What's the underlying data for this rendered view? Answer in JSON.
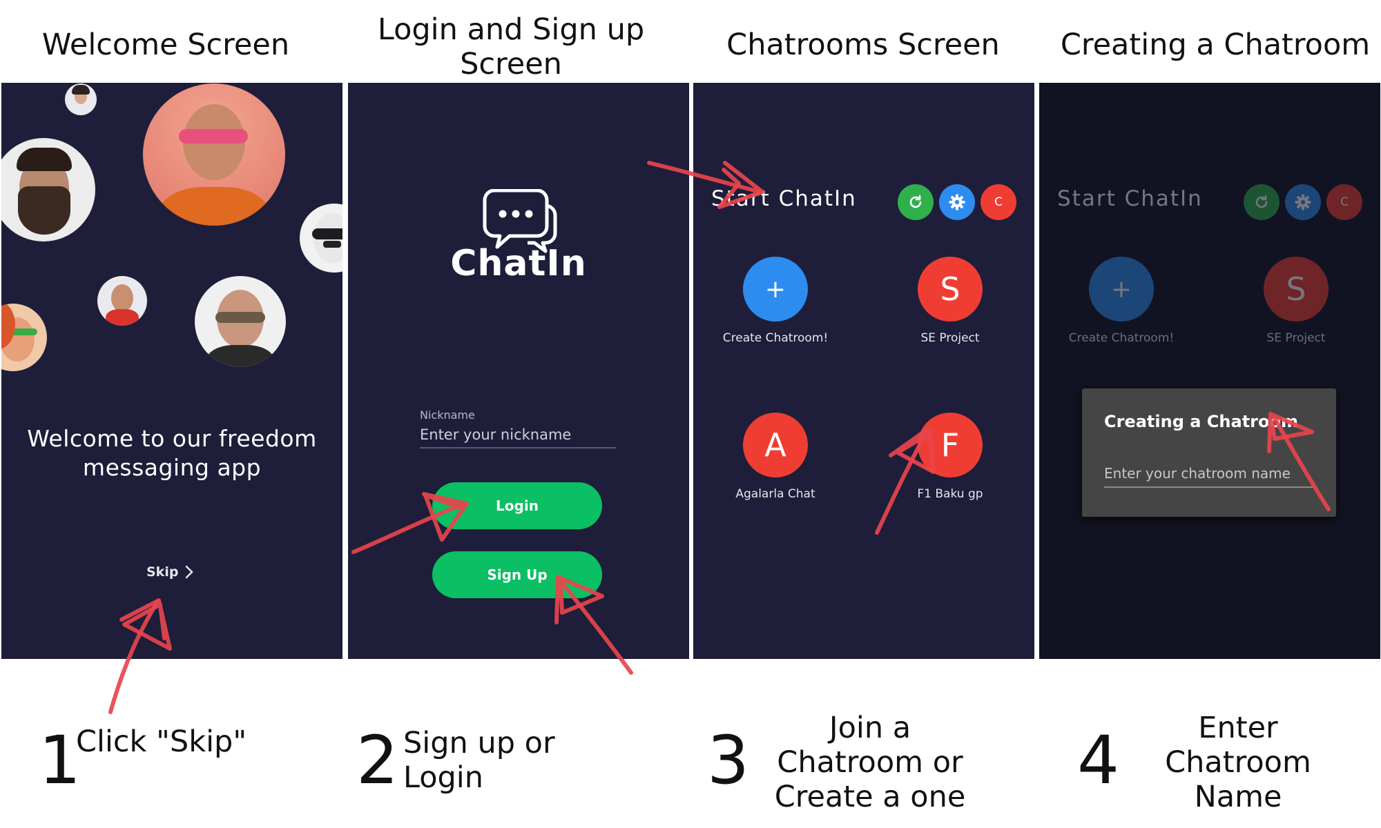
{
  "columns": [
    {
      "title": "Welcome Screen"
    },
    {
      "title": "Login and Sign up Screen"
    },
    {
      "title": "Chatrooms Screen"
    },
    {
      "title": "Creating a Chatroom"
    }
  ],
  "welcome": {
    "message": "Welcome to our freedom messaging app",
    "skip_label": "Skip"
  },
  "login": {
    "logo_text": "ChatIn",
    "nickname_label": "Nickname",
    "nickname_placeholder": "Enter your nickname",
    "login_label": "Login",
    "signup_label": "Sign Up"
  },
  "chatrooms": {
    "app_title": "Start ChatIn",
    "header_buttons": [
      {
        "icon": "refresh-icon",
        "color": "#2eb04b"
      },
      {
        "icon": "gear-icon",
        "color": "#2d8cf0"
      },
      {
        "label": "C",
        "color": "#f03d33"
      }
    ],
    "rooms": [
      {
        "letter": "+",
        "label": "Create Chatroom!",
        "color": "#2d8cf0"
      },
      {
        "letter": "S",
        "label": "SE Project",
        "color": "#f03d33"
      },
      {
        "letter": "A",
        "label": "Agalarla Chat",
        "color": "#f03d33"
      },
      {
        "letter": "F",
        "label": "F1 Baku gp",
        "color": "#f03d33"
      }
    ]
  },
  "create_dialog": {
    "title": "Creating a Chatroom",
    "placeholder": "Enter your chatroom name"
  },
  "steps": [
    {
      "number": "1",
      "text": "Click \"Skip\""
    },
    {
      "number": "2",
      "text": "Sign up or Login"
    },
    {
      "number": "3",
      "text": "Join a Chatroom or Create a one"
    },
    {
      "number": "4",
      "text": "Enter Chatroom Name"
    }
  ]
}
